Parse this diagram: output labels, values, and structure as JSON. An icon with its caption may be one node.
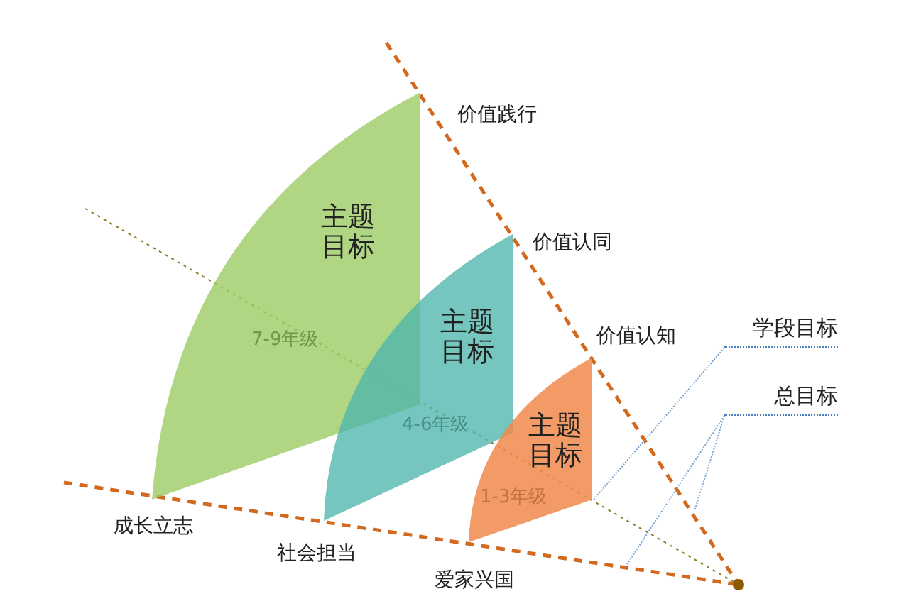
{
  "diagram": {
    "nodes": [
      {
        "text": [
          "主题目标",
          "7-9年级"
        ]
      },
      {
        "text": [
          "主题目标",
          "4-6年级"
        ]
      },
      {
        "text": [
          "主题目标",
          "1-3年级"
        ]
      },
      {
        "text": [
          "学段目标"
        ]
      },
      {
        "text": [
          "总目标"
        ]
      }
    ],
    "edges": [
      {
        "from": 3,
        "to": 2,
        "arrow": "none"
      },
      {
        "from": 4,
        "to": null,
        "arrow": "none"
      },
      {
        "from": 4,
        "to": null,
        "arrow": "none"
      }
    ],
    "labels": [
      "价值践行",
      "价值认同",
      "价值认知",
      "成长立志",
      "社会担当",
      "爱家兴国"
    ]
  }
}
